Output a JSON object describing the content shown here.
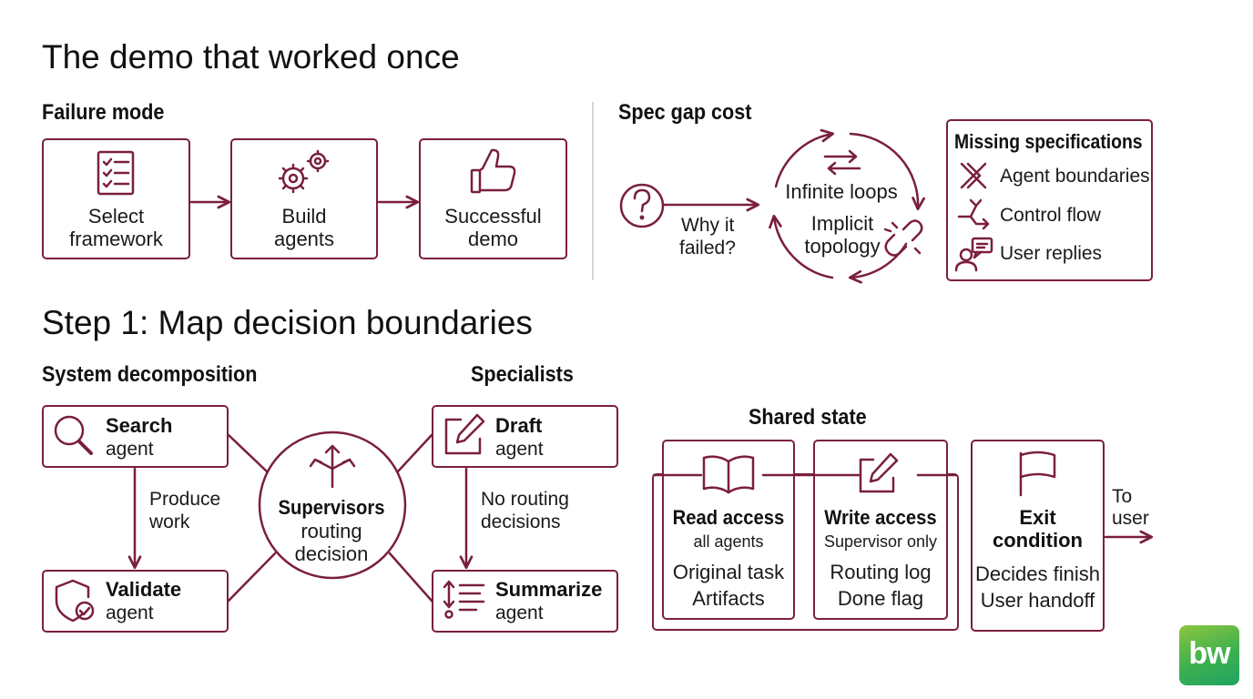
{
  "title": "The demo that worked once",
  "failure_mode": {
    "heading": "Failure mode",
    "steps": [
      {
        "line1": "Select",
        "line2": "framework",
        "icon": "checklist-icon"
      },
      {
        "line1": "Build",
        "line2": "agents",
        "icon": "gears-icon"
      },
      {
        "line1": "Successful",
        "line2": "demo",
        "icon": "thumbs-up-icon"
      }
    ]
  },
  "spec_gap": {
    "heading": "Spec gap cost",
    "question": {
      "line1": "Why it",
      "line2": "failed?",
      "icon": "question-icon"
    },
    "cycle": {
      "top": "Infinite loops",
      "mid1": "Implicit",
      "mid2": "topology",
      "icon": "broken-link-icon"
    },
    "missing": {
      "title": "Missing specifications",
      "items": [
        {
          "label": "Agent boundaries",
          "icon": "cross-arrows-icon"
        },
        {
          "label": "Control flow",
          "icon": "fork-arrows-icon"
        },
        {
          "label": "User replies",
          "icon": "user-chat-icon"
        }
      ]
    }
  },
  "step1": {
    "title": "Step 1: Map decision boundaries",
    "decomp_heading": "System decomposition",
    "specialists_heading": "Specialists",
    "search": {
      "name": "Search",
      "sub": "agent"
    },
    "validate": {
      "name": "Validate",
      "sub": "agent"
    },
    "produce_work": {
      "line1": "Produce",
      "line2": "work"
    },
    "supervisor": {
      "line1": "Supervisors",
      "line2": "routing",
      "line3": "decision"
    },
    "draft": {
      "name": "Draft",
      "sub": "agent"
    },
    "summarize": {
      "name": "Summarize",
      "sub": "agent"
    },
    "no_routing": {
      "line1": "No routing",
      "line2": "decisions"
    }
  },
  "shared_state": {
    "heading": "Shared state",
    "read": {
      "title": "Read access",
      "sub": "all agents",
      "line1": "Original task",
      "line2": "Artifacts"
    },
    "write": {
      "title": "Write access",
      "sub": "Supervisor only",
      "line1": "Routing log",
      "line2": "Done flag"
    },
    "exit": {
      "title1": "Exit",
      "title2": "condition",
      "line1": "Decides finish",
      "line2": "User handoff"
    },
    "to_user": {
      "line1": "To",
      "line2": "user"
    }
  },
  "logo": {
    "text": "bw"
  },
  "colors": {
    "accent": "#7a1f3d",
    "logo_green_top": "#8cc63f",
    "logo_green_bottom": "#1fa463"
  }
}
